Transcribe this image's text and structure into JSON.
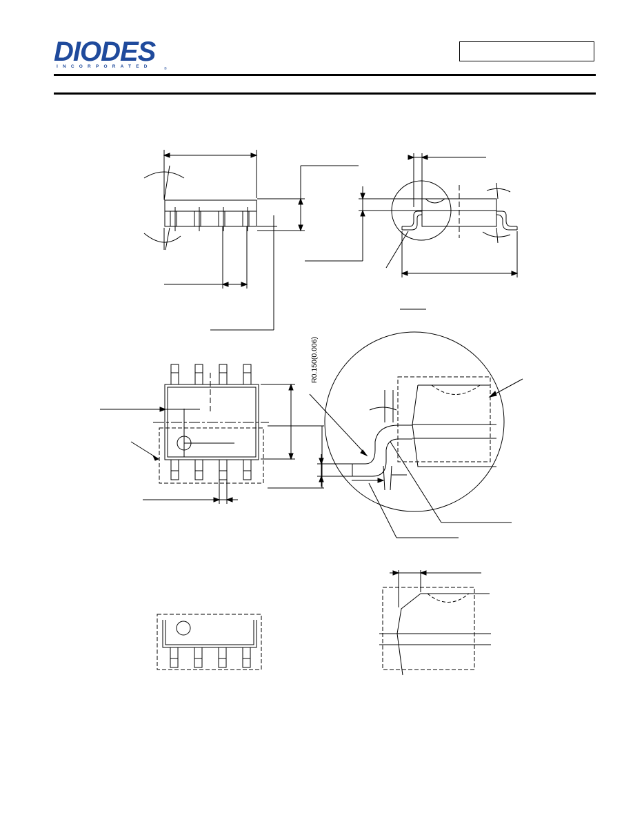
{
  "logo": {
    "brand": "DIODES",
    "sub": "INCORPORATED",
    "reg": "®"
  },
  "header": {
    "part_number": ""
  },
  "detail_label": {
    "radius": "R0.150(0.006)"
  },
  "colors": {
    "brand": "#1f4a9c",
    "line": "#000000"
  }
}
